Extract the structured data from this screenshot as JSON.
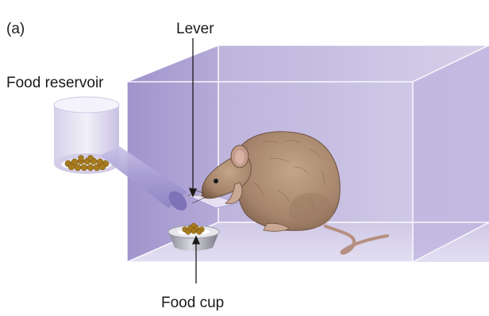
{
  "figure": {
    "panel_label": "(a)",
    "labels": {
      "lever": "Lever",
      "food_reservoir": "Food reservoir",
      "food_cup": "Food cup"
    }
  },
  "colors": {
    "box_back_wall": "#c7bfe0",
    "box_side_wall": "#a89bd0",
    "box_floor": "#ddd7ee",
    "box_top": "#ebe7f6",
    "rat_fur": "#a8876a",
    "food_pellets": "#a77b1e",
    "pointer_line": "#1a1a1a"
  }
}
